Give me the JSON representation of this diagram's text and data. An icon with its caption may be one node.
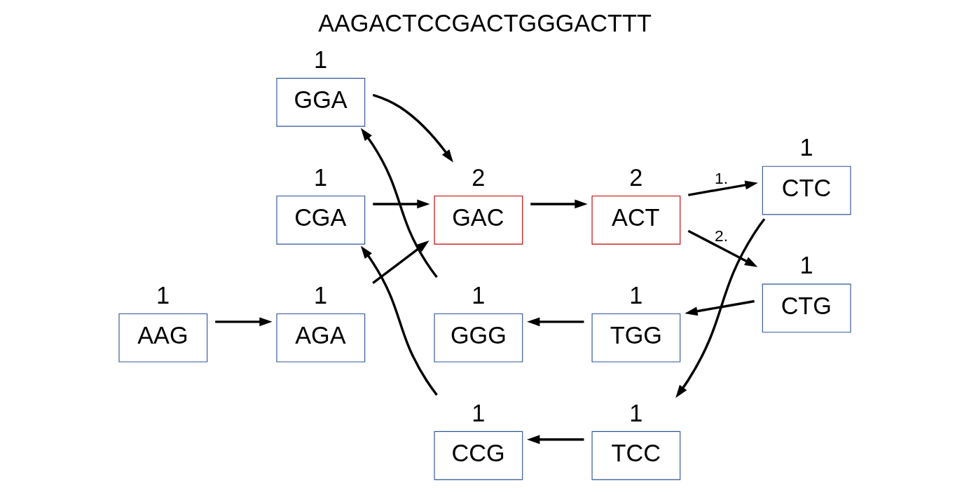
{
  "diagram": {
    "title": "AAGACTCCGACTGGGACTTT",
    "nodes": [
      {
        "text": [
          "CCG"
        ],
        "beside": [
          "1"
        ]
      },
      {
        "text": [
          "TCC"
        ],
        "beside": [
          "1"
        ]
      },
      {
        "text": [
          "CGA"
        ],
        "beside": [
          "1"
        ]
      },
      {
        "text": [
          "CTC"
        ],
        "beside": [
          "1"
        ]
      },
      {
        "text": [
          "AAG"
        ],
        "beside": [
          "1"
        ]
      },
      {
        "text": [
          "AGA"
        ],
        "beside": [
          "1"
        ]
      },
      {
        "text": [
          "GAC"
        ],
        "beside": [
          "2"
        ]
      },
      {
        "text": [
          "ACT"
        ],
        "beside": [
          "2"
        ]
      },
      {
        "text": [
          "GGA"
        ],
        "beside": [
          "1"
        ]
      },
      {
        "text": [
          "CTG"
        ],
        "beside": [
          "1"
        ]
      },
      {
        "text": [
          "GGG"
        ],
        "beside": [
          "1"
        ]
      },
      {
        "text": [
          "TGG"
        ],
        "beside": [
          "1"
        ]
      }
    ],
    "edges": [
      {
        "from": 4,
        "to": 5,
        "arrow": "to"
      },
      {
        "from": 2,
        "to": 6,
        "arrow": "to"
      },
      {
        "from": 5,
        "to": 6,
        "arrow": "to"
      },
      {
        "from": 8,
        "to": 6,
        "arrow": "to"
      },
      {
        "from": 6,
        "to": 7,
        "arrow": "to"
      },
      {
        "from": 7,
        "to": 3,
        "arrow": "to",
        "label": "1."
      },
      {
        "from": 7,
        "to": 9,
        "arrow": "to",
        "label": "2."
      },
      {
        "from": 3,
        "to": 1,
        "arrow": "to"
      },
      {
        "from": 1,
        "to": 0,
        "arrow": "to"
      },
      {
        "from": 0,
        "to": 2,
        "arrow": "to"
      },
      {
        "from": 9,
        "to": 11,
        "arrow": "to"
      },
      {
        "from": 11,
        "to": 10,
        "arrow": "to"
      },
      {
        "from": 10,
        "to": 8,
        "arrow": "to"
      }
    ]
  }
}
